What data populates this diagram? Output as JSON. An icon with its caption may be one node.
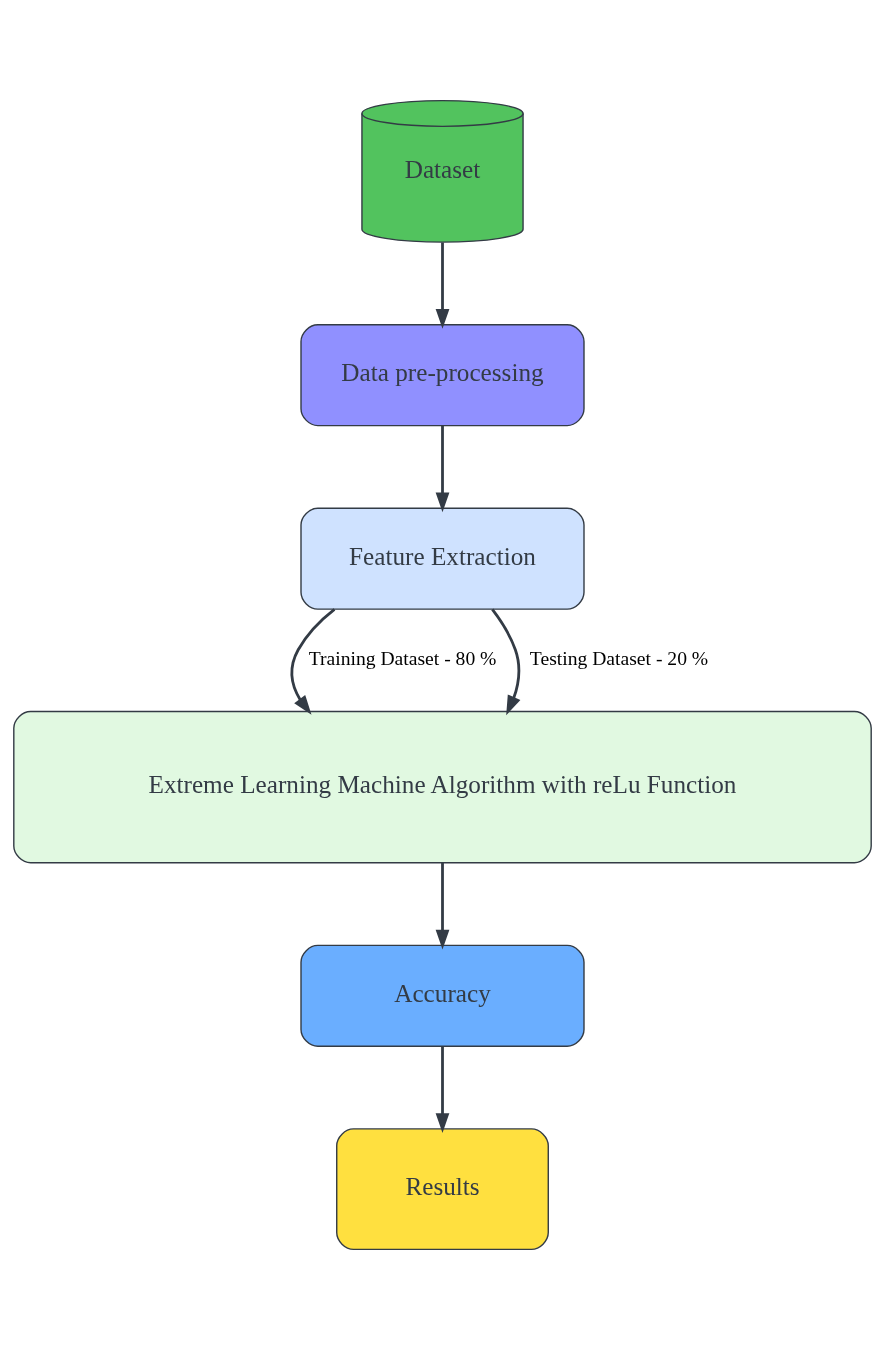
{
  "diagram": {
    "nodes": [
      {
        "text": [
          "Dataset"
        ]
      },
      {
        "text": [
          "Data pre-processing"
        ]
      },
      {
        "text": [
          "Feature Extraction"
        ]
      },
      {
        "text": [
          "Extreme Learning Machine Algorithm with reLu Function"
        ]
      },
      {
        "text": [
          "Accuracy"
        ]
      },
      {
        "text": [
          "Results"
        ]
      }
    ],
    "edges": [
      {
        "from": 0,
        "to": 1,
        "arrow": "to"
      },
      {
        "from": 1,
        "to": 2,
        "arrow": "to"
      },
      {
        "from": 2,
        "to": 3,
        "arrow": "to",
        "label": "Training Dataset - 80 %"
      },
      {
        "from": 2,
        "to": 3,
        "arrow": "to",
        "label": "Testing Dataset - 20 %"
      },
      {
        "from": 3,
        "to": 4,
        "arrow": "to"
      },
      {
        "from": 4,
        "to": 5,
        "arrow": "to"
      }
    ]
  }
}
